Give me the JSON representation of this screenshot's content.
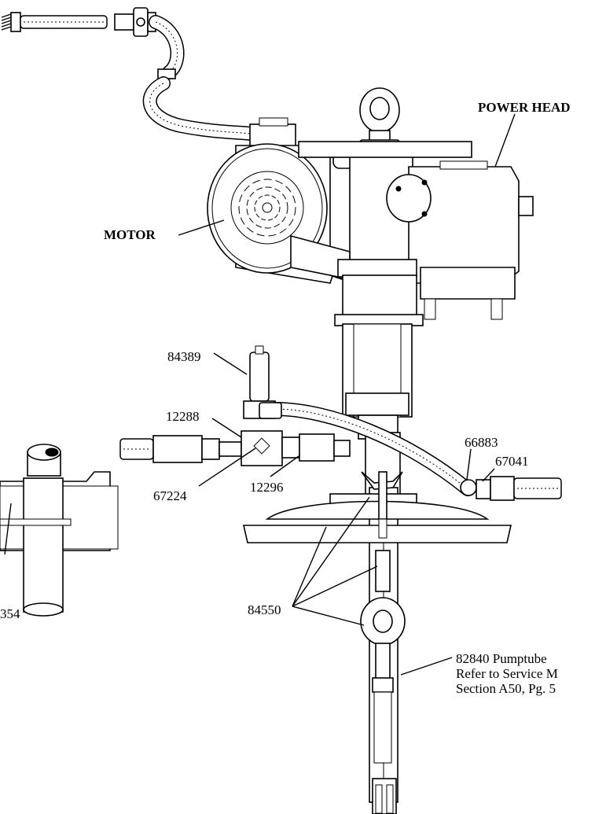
{
  "labels": {
    "power_head": "POWER HEAD",
    "motor": "MOTOR",
    "part_84389": "84389",
    "part_12288": "12288",
    "part_67224": "67224",
    "part_12296": "12296",
    "part_66883": "66883",
    "part_67041": "67041",
    "part_84550": "84550",
    "part_partial_left": "354",
    "pumptube_line1": "82840 Pumptube",
    "pumptube_line2": "Refer to Service M",
    "pumptube_line3": "Section A50, Pg. 5"
  }
}
